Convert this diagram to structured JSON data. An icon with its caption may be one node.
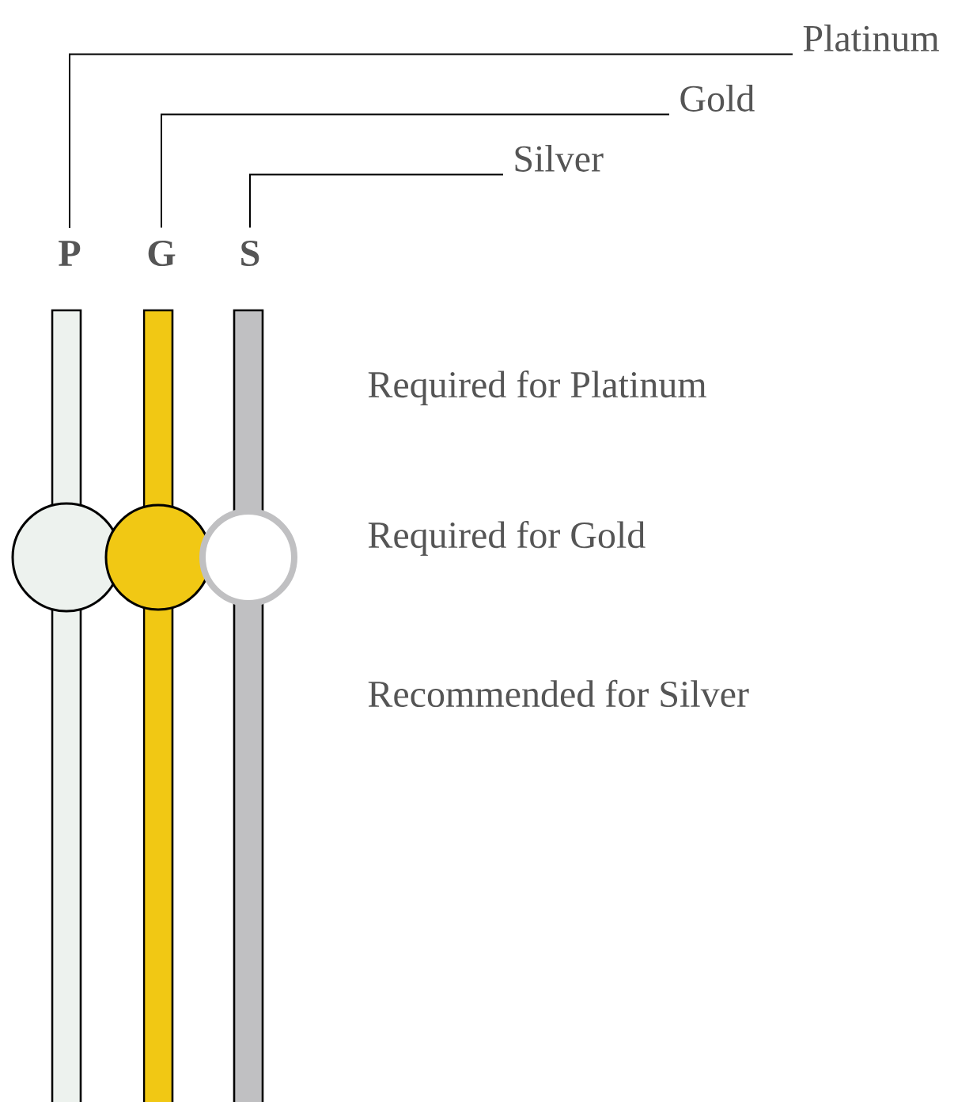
{
  "diagram": {
    "nodes": [
      {
        "text": [
          "Platinum"
        ]
      },
      {
        "text": [
          "Gold"
        ]
      },
      {
        "text": [
          "Silver"
        ]
      },
      {
        "text": [
          "P"
        ]
      },
      {
        "text": [
          "G"
        ]
      },
      {
        "text": [
          "S"
        ]
      }
    ],
    "edges": [
      {
        "from": 0,
        "to": 3,
        "arrow": "none"
      },
      {
        "from": 1,
        "to": 4,
        "arrow": "none"
      },
      {
        "from": 2,
        "to": 5,
        "arrow": "none"
      }
    ],
    "labels": [
      "Required for Platinum",
      "Required for Gold",
      "Recommended for Silver"
    ]
  }
}
